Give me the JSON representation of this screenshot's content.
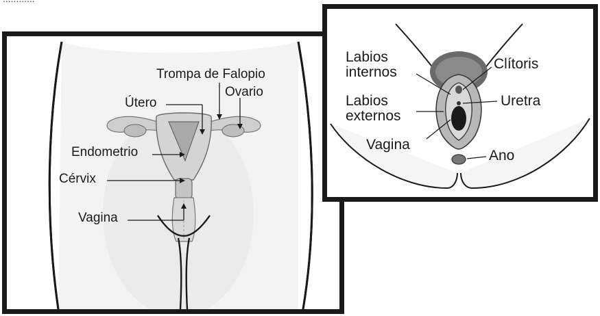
{
  "fragment": {
    "text": "............"
  },
  "internal_diagram": {
    "labels": {
      "trompa": "Trompa de Falopio",
      "ovario": "Ovario",
      "utero": "Útero",
      "endometrio": "Endometrio",
      "cervix": "Cérvix",
      "vagina": "Vagina"
    }
  },
  "external_diagram": {
    "labels": {
      "labios_internos_1": "Labios",
      "labios_internos_2": "internos",
      "labios_externos_1": "Labios",
      "labios_externos_2": "externos",
      "vagina": "Vagina",
      "clitoris": "Clítoris",
      "uretra": "Uretra",
      "ano": "Ano"
    }
  },
  "colors": {
    "border": "#1a1a1a",
    "organ_fill": "#d8d8d8",
    "shade": "#e6e6e6"
  }
}
